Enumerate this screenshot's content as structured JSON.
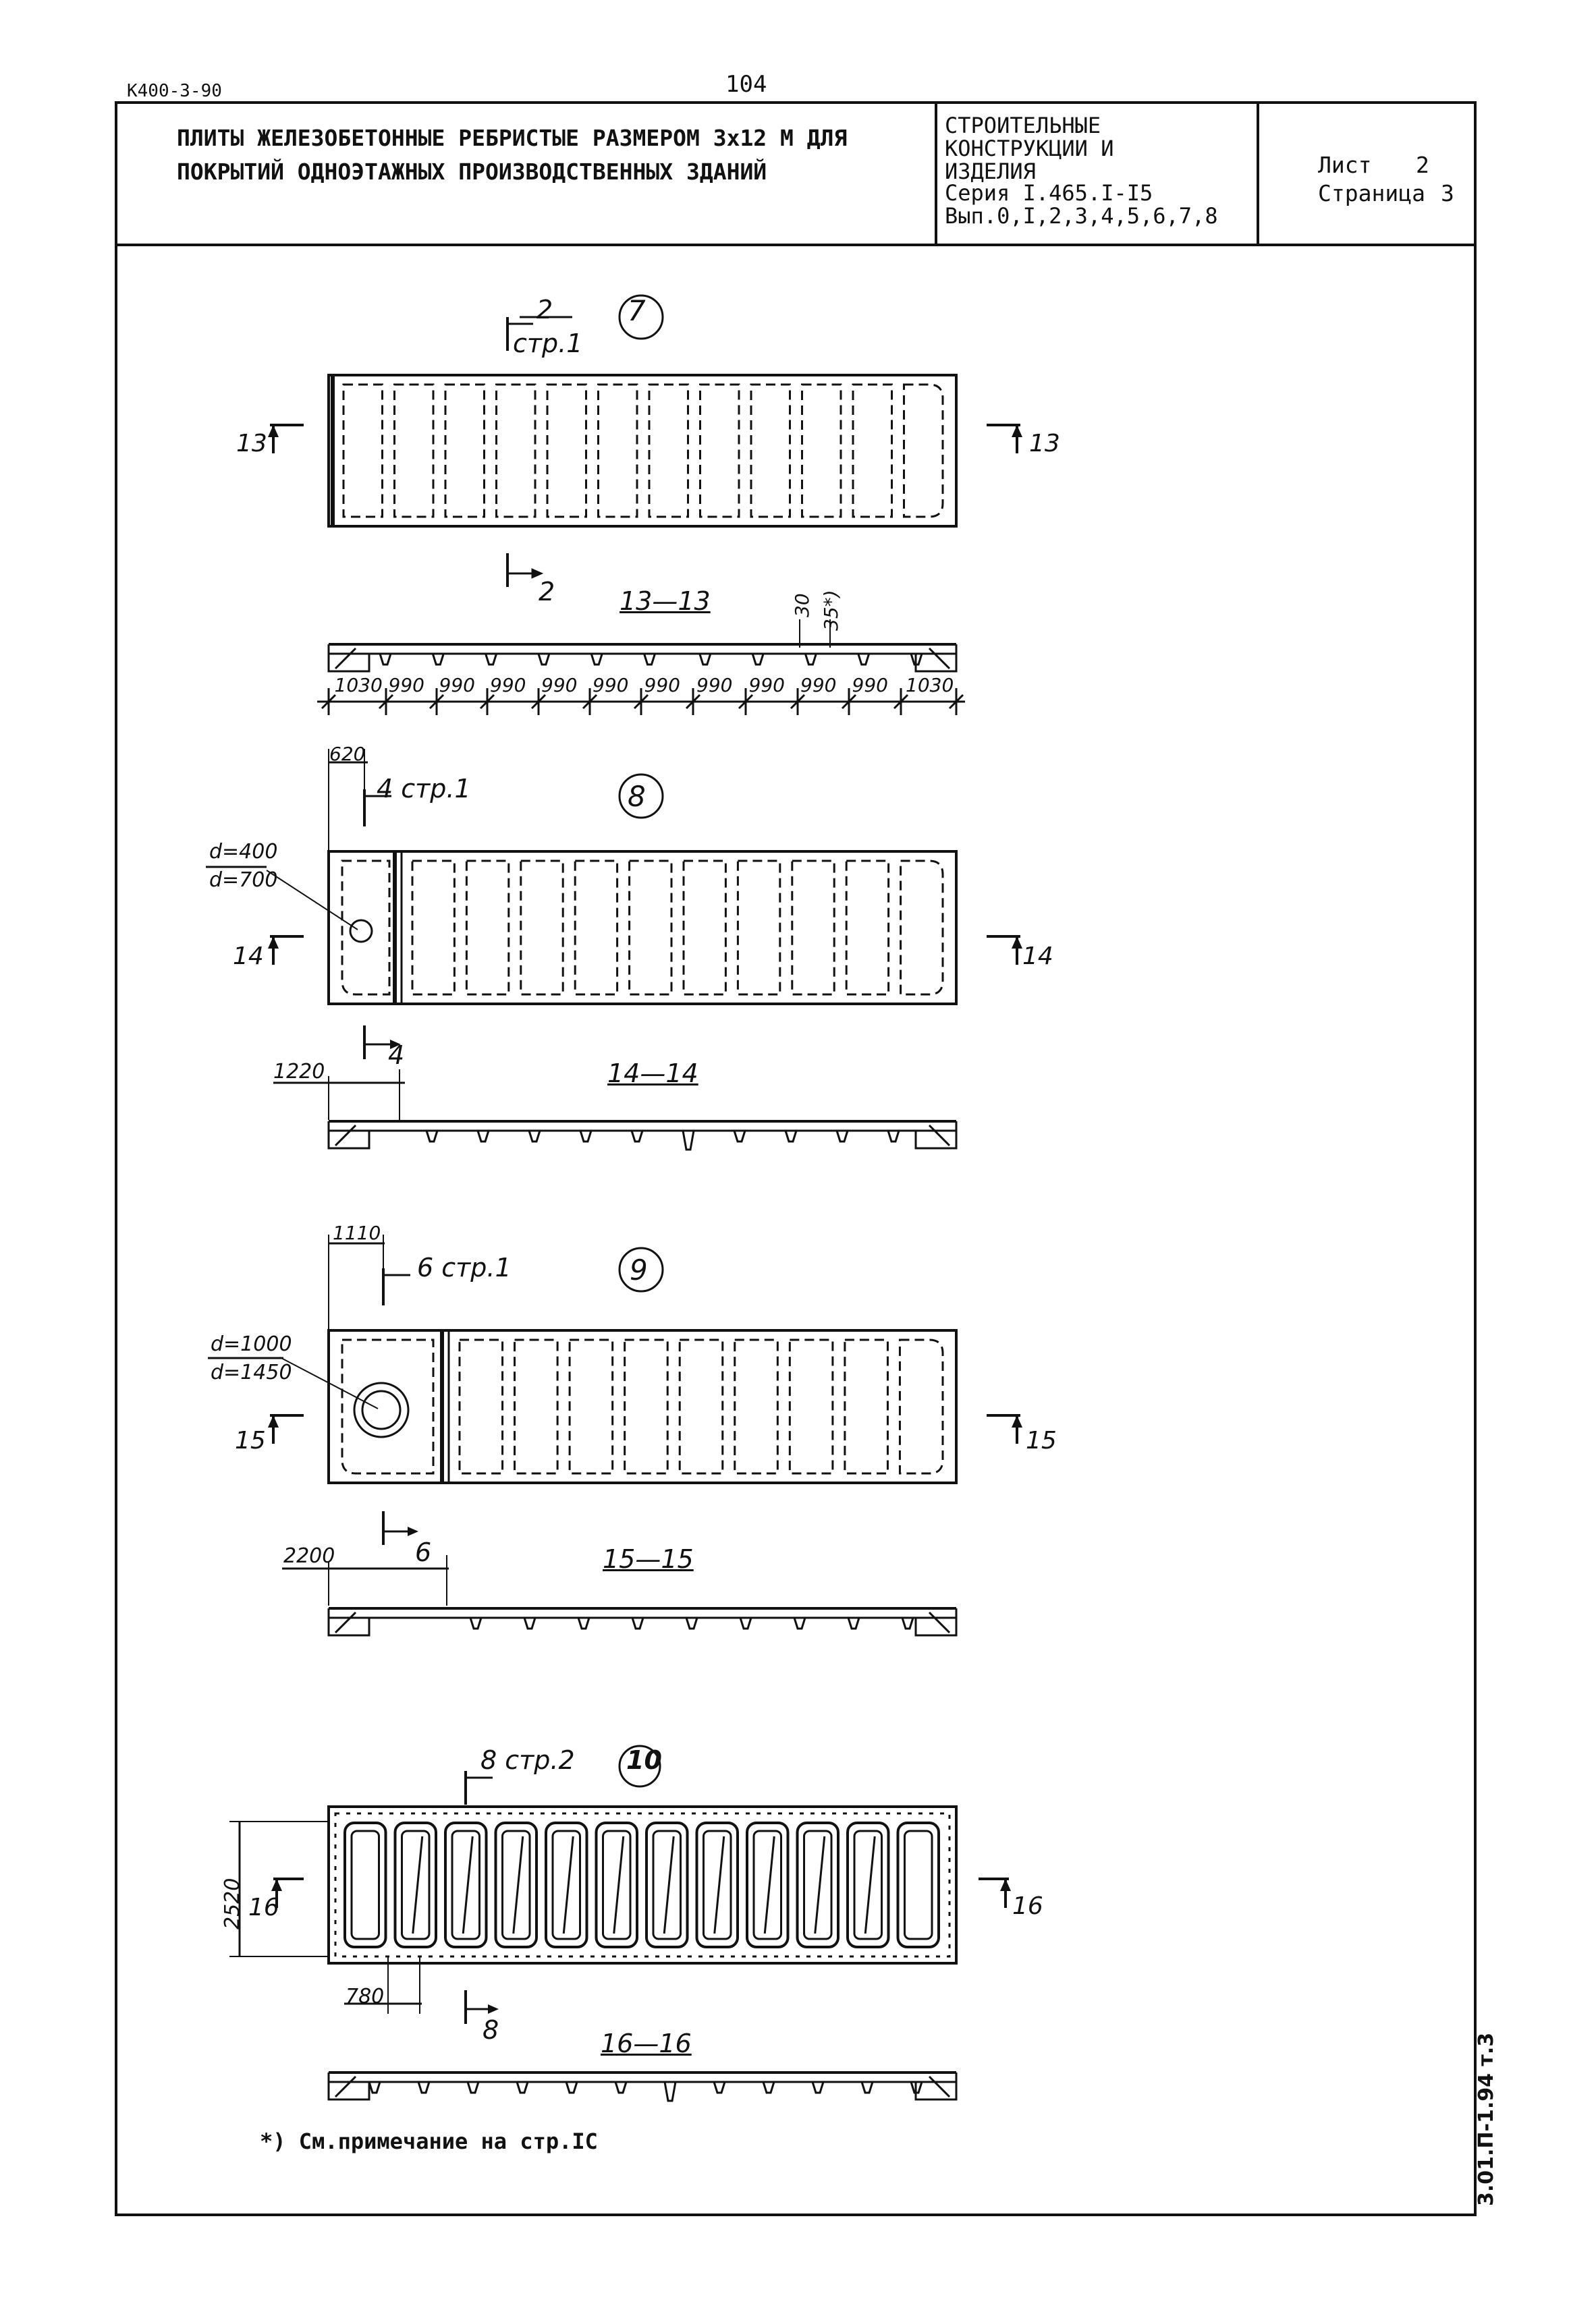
{
  "header": {
    "doc_code": "К400-3-90",
    "page_number": "104",
    "title_line1": "ПЛИТЫ ЖЕЛЕЗОБЕТОННЫЕ РЕБРИСТЫЕ РАЗМЕРОМ 3х12 М ДЛЯ",
    "title_line2": "ПОКРЫТИЙ ОДНОЭТАЖНЫХ ПРОИЗВОДСТВЕННЫХ ЗДАНИЙ",
    "category_line1": "СТРОИТЕЛЬНЫЕ",
    "category_line2": "КОНСТРУКЦИИ И",
    "category_line3": "ИЗДЕЛИЯ",
    "series": "Серия I.465.I-I5",
    "issues": "Вып.0,I,2,3,4,5,6,7,8",
    "sheet_label": "Лист",
    "sheet_value": "2",
    "page_label": "Страница",
    "page_value": "3"
  },
  "plate7": {
    "marker": "7",
    "section_top_num": "2",
    "section_top_ref": "стр.1",
    "section_bottom_num": "2",
    "side_left": "13",
    "side_right": "13",
    "section_title": "13—13",
    "dim_top_a": "30",
    "dim_top_b": "35*)",
    "dims": [
      "1030",
      "990",
      "990",
      "990",
      "990",
      "990",
      "990",
      "990",
      "990",
      "990",
      "990",
      "1030"
    ]
  },
  "plate8": {
    "marker": "8",
    "dim_offset": "620",
    "section_ref": "4  стр.1",
    "hole_d1": "d=400",
    "hole_d2": "d=700",
    "side_left": "14",
    "side_right": "14",
    "section_bottom_num": "4",
    "dim_section": "1220",
    "section_title": "14—14"
  },
  "plate9": {
    "marker": "9",
    "dim_offset": "1110",
    "section_ref": "6  стр.1",
    "hole_d1": "d=1000",
    "hole_d2": "d=1450",
    "side_left": "15",
    "side_right": "15",
    "section_bottom_num": "6",
    "dim_section": "2200",
    "section_title": "15—15"
  },
  "plate10": {
    "marker": "10",
    "section_ref": "8  стр.2",
    "dim_height": "2520",
    "side_left": "16",
    "side_right": "16",
    "dim_width": "780",
    "section_bottom_num": "8",
    "section_title": "16—16"
  },
  "footnote": "*) См.примечание на стр.IС",
  "stamp": "3.01.П-1.94 т.3"
}
